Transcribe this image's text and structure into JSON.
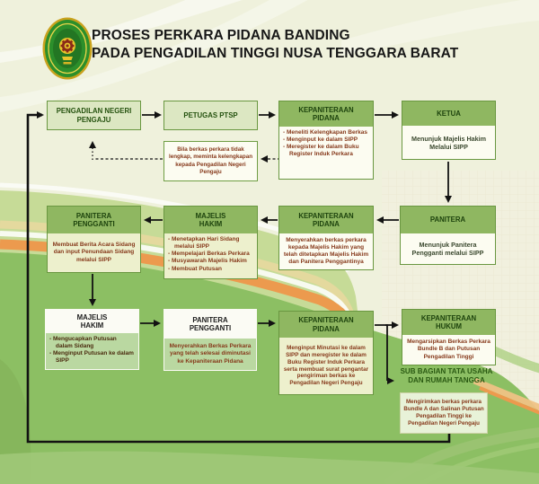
{
  "page": {
    "title_line1": "PROSES PERKARA PIDANA BANDING",
    "title_line2": "PADA PENGADILAN TINGGI NUSA TENGGARA BARAT"
  },
  "logo": {
    "icon": "pengadilan-court-emblem"
  },
  "boxes": {
    "pn_pengaju": {
      "title": "PENGADILAN NEGERI PENGAJU"
    },
    "petugas_ptsp": {
      "title": "PETUGAS PTSP"
    },
    "note_kelengkapan": {
      "text": "Bila berkas perkara tidak lengkap, meminta kelengkapan kepada Pengadilan Negeri Pengaju"
    },
    "kepaniteraan_pidana_1": {
      "title": "KEPANITERAAN PIDANA",
      "items": [
        "Meneliti Kelengkapan Berkas",
        "Menginput ke dalam SIPP",
        "Meregister ke dalam Buku Register Induk Perkara"
      ]
    },
    "ketua": {
      "title": "KETUA",
      "body": "Menunjuk Majelis Hakim Melalui SIPP"
    },
    "panitera": {
      "title": "PANITERA",
      "body": "Menunjuk Panitera Pengganti melalui SIPP"
    },
    "kepaniteraan_pidana_2": {
      "title": "KEPANITERAAN PIDANA",
      "body": "Menyerahkan berkas perkara kepada Majelis Hakim yang telah ditetapkan Majelis Hakim dan Panitera Penggantinya"
    },
    "majelis_hakim_1": {
      "title": "MAJELIS HAKIM",
      "items": [
        "Menetapkan Hari Sidang melalui SIPP",
        "Mempelajari Berkas Perkara",
        "Musyawarah Majelis Hakim",
        "Membuat Putusan"
      ]
    },
    "panitera_pengganti_1": {
      "title": "PANITERA PENGGANTI",
      "body": "Membuat Berita Acara Sidang dan input Penundaan Sidang melalui SIPP"
    },
    "majelis_hakim_2": {
      "title": "MAJELIS HAKIM",
      "items": [
        "Mengucapkan Putusan dalam Sidang",
        "Menginput Putusan ke dalam SIPP"
      ]
    },
    "panitera_pengganti_2": {
      "title": "PANITERA PENGGANTI",
      "body": "Menyerahkan Berkas Perkara yang telah selesai diminutasi ke Kepaniteraan Pidana"
    },
    "kepaniteraan_pidana_3": {
      "title": "KEPANITERAAN PIDANA",
      "body": "Menginput Minutasi ke dalam SIPP dan meregister ke dalam Buku Register Induk Perkara serta membuat surat pengantar pengiriman berkas ke Pengadilan Negeri Pengaju"
    },
    "kepaniteraan_hukum": {
      "title": "KEPANITERAAN HUKUM",
      "body": "Mengarsipkan Berkas Perkara Bundle B dan Putusan Pengadilan Tinggi"
    },
    "sub_bagian_tu": {
      "title": "SUB BAGIAN TATA USAHA DAN RUMAH TANGGA",
      "body": "Mengirimkan berkas perkara Bundle A dan Salinan Putusan Pengadilan Tinggi ke Pengadilan Negeri Pengaju"
    }
  },
  "colors": {
    "header_green": "#8fb761",
    "box_border": "#699740",
    "dark_green_text": "#1d430d",
    "maroon_text": "#86391b",
    "background_green": "#8cbf63",
    "orange_ribbon": "#ec9a4e",
    "arrow": "#121212"
  }
}
